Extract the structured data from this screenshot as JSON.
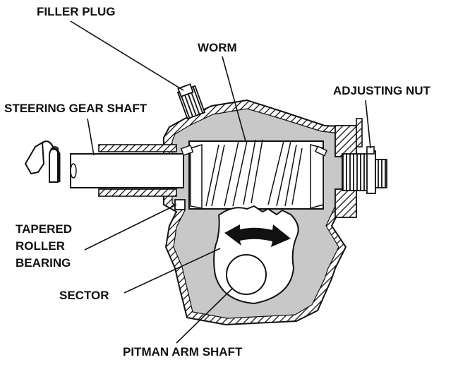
{
  "diagram": {
    "title": "Worm and sector steering gear cross-section",
    "colors": {
      "housing_fill": "#c8c8c8",
      "line": "#111111",
      "background": "#ffffff"
    },
    "labels": {
      "filler_plug": "FILLER PLUG",
      "worm": "WORM",
      "adjusting_nut": "ADJUSTING NUT",
      "steering_gear_shaft": "STEERING GEAR SHAFT",
      "tapered_line1": "TAPERED",
      "tapered_line2": "ROLLER",
      "tapered_line3": "BEARING",
      "sector": "SECTOR",
      "pitman_arm_shaft": "PITMAN ARM SHAFT"
    },
    "icons": {
      "rotation_arrow": "curved-rotation-arrow-icon",
      "sector_motion_arrow": "double-headed-curved-arrow-icon"
    }
  }
}
